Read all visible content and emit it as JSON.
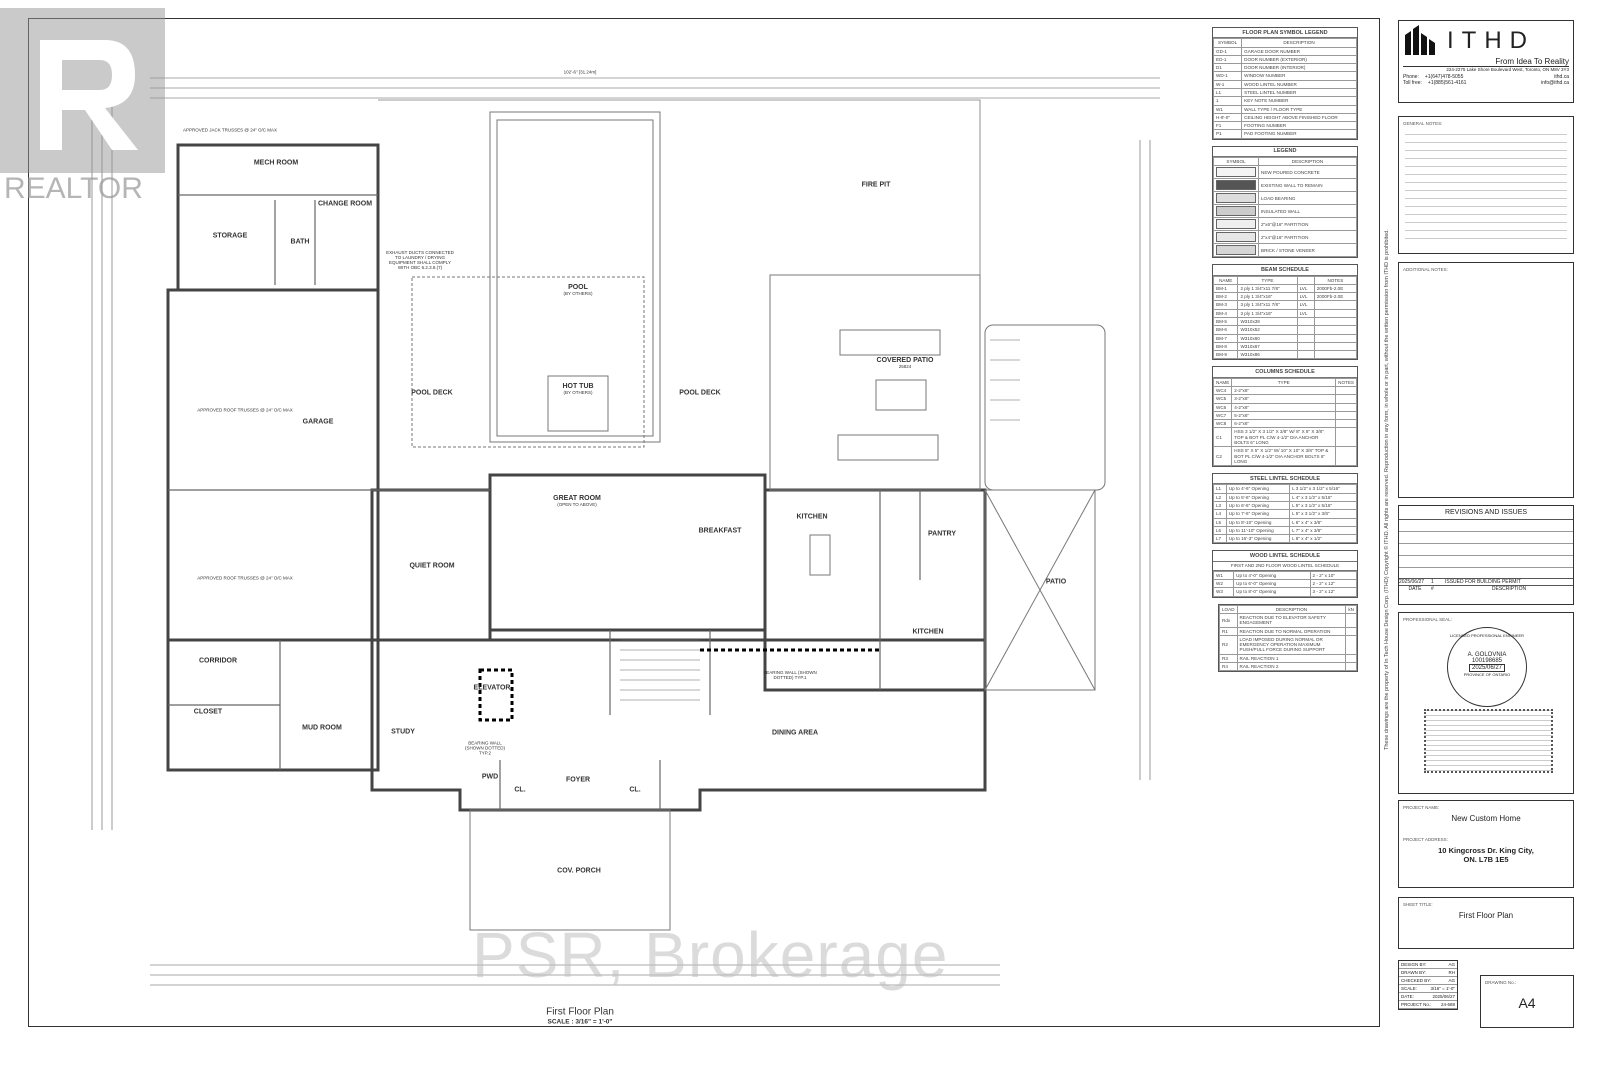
{
  "watermarks": {
    "realtor": "REALTOR",
    "brokerage": "PSR, Brokerage"
  },
  "plan": {
    "title": "First Floor Plan",
    "scale": "SCALE : 3/16\" = 1'-0\"",
    "overall_dimension": "102'-6\" [31.24m]",
    "rooms": [
      {
        "label": "MECH ROOM"
      },
      {
        "label": "CHANGE ROOM"
      },
      {
        "label": "STORAGE"
      },
      {
        "label": "BATH"
      },
      {
        "label": "GARAGE"
      },
      {
        "label": "POOL",
        "note": "(BY OTHERS)"
      },
      {
        "label": "HOT TUB",
        "note": "(BY OTHERS)"
      },
      {
        "label": "POOL DECK"
      },
      {
        "label": "POOL DECK"
      },
      {
        "label": "FIRE PIT"
      },
      {
        "label": "COVERED PATIO",
        "note": "25824"
      },
      {
        "label": "GREAT ROOM",
        "note": "(OPEN TO ABOVE)"
      },
      {
        "label": "QUIET ROOM"
      },
      {
        "label": "BREAKFAST"
      },
      {
        "label": "KITCHEN"
      },
      {
        "label": "PANTRY"
      },
      {
        "label": "KITCHEN"
      },
      {
        "label": "PATIO"
      },
      {
        "label": "CORRIDOR"
      },
      {
        "label": "ELEVATOR"
      },
      {
        "label": "CLOSET"
      },
      {
        "label": "MUD ROOM"
      },
      {
        "label": "STUDY"
      },
      {
        "label": "DINING AREA"
      },
      {
        "label": "PWD"
      },
      {
        "label": "FOYER"
      },
      {
        "label": "CL."
      },
      {
        "label": "CL."
      },
      {
        "label": "COV. PORCH"
      }
    ],
    "notes": [
      "APPROVED JACK TRUSSES @ 24\" O/C MAX",
      "APPROVED ROOF TRUSSES @ 24\" O/C MAX",
      "APPROVED ROOF TRUSSES @ 24\" O/C MAX",
      "BEARING WALL (SHOWN DOTTED) TYP.1",
      "BEARING WALL (SHOWN DOTTED) TYP.2",
      "EXHAUST DUCTS CONNECTED TO LAUNDRY / DRYING EQUIPMENT SHALL COMPLY WITH OBC 6.2.3.8.(7)"
    ]
  },
  "symbol_legend": {
    "title": "FLOOR PLAN SYMBOL LEGEND",
    "col_symbol": "SYMBOL",
    "col_desc": "DESCRIPTION",
    "rows": [
      {
        "symbol": "GD-1",
        "desc": "GARAGE DOOR NUMBER"
      },
      {
        "symbol": "ED-1",
        "desc": "DOOR NUMBER (EXTERIOR)"
      },
      {
        "symbol": "D1",
        "desc": "DOOR NUMBER (INTERIOR)"
      },
      {
        "symbol": "WD-1",
        "desc": "WINDOW NUMBER"
      },
      {
        "symbol": "W-1",
        "desc": "WOOD LINTEL NUMBER"
      },
      {
        "symbol": "L1",
        "desc": "STEEL LINTEL NUMBER"
      },
      {
        "symbol": "1",
        "desc": "KEY NOTE NUMBER"
      },
      {
        "symbol": "W1",
        "desc": "WALL TYPE / FLOOR TYPE"
      },
      {
        "symbol": "H-9'-0\"",
        "desc": "CEILING HEIGHT ABOVE FINISHED FLOOR"
      },
      {
        "symbol": "F1",
        "desc": "FOOTING NUMBER"
      },
      {
        "symbol": "P1",
        "desc": "PAD FOOTING NUMBER"
      }
    ]
  },
  "legend": {
    "title": "LEGEND",
    "col_symbol": "SYMBOL",
    "col_desc": "DESCRIPTION",
    "rows": [
      {
        "desc": "NEW POURED CONCRETE",
        "fill": "#f4f4f4"
      },
      {
        "desc": "EXISTING WALL TO REMAIN",
        "fill": "#555555"
      },
      {
        "desc": "LOAD BEARING",
        "fill": "#dddddd"
      },
      {
        "desc": "INSULATED WALL",
        "fill": "#cccccc"
      },
      {
        "desc": "2\"x6\"@16\" PARTITION",
        "fill": "#eeeeee"
      },
      {
        "desc": "2\"x4\"@16\" PARTITION",
        "fill": "#e6e6e6"
      },
      {
        "desc": "BRICK / STONE VENEER",
        "fill": "#d6d6d6"
      }
    ]
  },
  "beam_schedule": {
    "title": "BEAM SCHEDULE",
    "cols": [
      "NAME",
      "TYPE",
      "",
      "NOTES"
    ],
    "rows": [
      [
        "BM-1",
        "2 ply 1 3/4\"x11 7/8\"",
        "LVL",
        "2000Fb-2.0E"
      ],
      [
        "BM-2",
        "2 ply 1 3/4\"x16\"",
        "LVL",
        "2000Fb-2.0E"
      ],
      [
        "BM-3",
        "3 ply 1 3/4\"x11 7/8\"",
        "LVL",
        ""
      ],
      [
        "BM-4",
        "3 ply 1 3/4\"x16\"",
        "LVL",
        ""
      ],
      [
        "BM-5",
        "W310x39",
        "",
        ""
      ],
      [
        "BM-6",
        "W310x52",
        "",
        ""
      ],
      [
        "BM-7",
        "W310x60",
        "",
        ""
      ],
      [
        "BM-8",
        "W310x67",
        "",
        ""
      ],
      [
        "BM-9",
        "W310x86",
        "",
        ""
      ]
    ]
  },
  "columns_schedule": {
    "title": "COLUMNS SCHEDULE",
    "cols": [
      "NAME",
      "TYPE",
      "NOTES"
    ],
    "rows": [
      [
        "WC4",
        "2-2\"x6\"",
        ""
      ],
      [
        "WC5",
        "3-2\"x6\"",
        ""
      ],
      [
        "WC6",
        "4-2\"x6\"",
        ""
      ],
      [
        "WC7",
        "5-2\"x6\"",
        ""
      ],
      [
        "WC8",
        "6-2\"x6\"",
        ""
      ],
      [
        "C1",
        "HSS 3 1/2\" X 3 1/2\" X 3/8\" W/ 8\" X 8\" X 3/8\" TOP & BOT PL C/W 4-1/2\" DIA ANCHOR BOLTS 6\" LONG",
        ""
      ],
      [
        "C2",
        "HSS 5\" X 5\" X 1/2\" W/ 10\" X 10\" X 3/8\" TOP & BOT PL C/W 4-1/2\" DIA ANCHOR BOLTS 6\" LONG",
        ""
      ]
    ]
  },
  "steel_lintel_schedule": {
    "title": "STEEL LINTEL SCHEDULE",
    "rows": [
      [
        "L1",
        "Up to 4'-6\" Opening",
        "L 3 1/2\" x 3 1/2\" x 5/16\""
      ],
      [
        "L2",
        "Up to 5'-6\" Opening",
        "L 4\" x 3 1/2\" x 5/16\""
      ],
      [
        "L3",
        "Up to 6'-6\" Opening",
        "L 5\" x 3 1/2\" x 5/16\""
      ],
      [
        "L4",
        "Up to 7'-6\" Opening",
        "L 5\" x 3 1/2\" x 3/8\""
      ],
      [
        "L5",
        "Up to 8'-10\" Opening",
        "L 6\" x 4\" x 3/8\""
      ],
      [
        "L6",
        "Up to 11'-10\" Opening",
        "L 7\" x 4\" x 3/8\""
      ],
      [
        "L7",
        "Up to 16'-3\" Opening",
        "L 8\" x 4\" x 1/2\""
      ]
    ]
  },
  "wood_lintel_schedule": {
    "title": "WOOD LINTEL SCHEDULE",
    "subtitle": "FIRST AND 2ND FLOOR WOOD LINTEL SCHEDULE",
    "rows": [
      [
        "W1",
        "Up to 4'-0\" Opening",
        "2 - 2\" x 10\""
      ],
      [
        "W2",
        "Up to 6'-0\" Opening",
        "2 - 2\" x 12\""
      ],
      [
        "W3",
        "Up to 8'-0\" Opening",
        "3 - 2\" x 12\""
      ]
    ]
  },
  "load_table": {
    "cols": [
      "LOAD",
      "DESCRIPTION",
      "kN"
    ],
    "rows": [
      [
        "Rdx",
        "REACTION DUE TO ELEVATOR SAFETY ENGAGEMENT",
        ""
      ],
      [
        "R1",
        "REACTION DUE TO NORMAL OPERATION",
        ""
      ],
      [
        "R2",
        "LOAD IMPOSED DURING NORMAL OR EMERGENCY OPERATION MAXIMUM PUSH/PULL FORCE DURING SUPPORT",
        ""
      ],
      [
        "R3",
        "RAIL REACTION 1",
        ""
      ],
      [
        "R4",
        "RAIL REACTION 2",
        ""
      ]
    ]
  },
  "company": {
    "name": "ITHD",
    "tagline": "From Idea To Reality",
    "address": "224-2275 Lake Shore Boulevard West, Toronto, ON M8V 3Y3",
    "phone_label": "Phone:",
    "phone": "+1(647)478-5055",
    "web": "ithd.ca",
    "tollfree_label": "Toll free:",
    "tollfree": "+1(885)561-4161",
    "email": "info@ithd.ca"
  },
  "general_notes_label": "GENERAL NOTES:",
  "additional_notes_label": "ADDITIONAL NOTES:",
  "copyright": "These drawings are the property of In Tech House Design Corp. (ITHD) Copyright © ITHD. All rights are reserved. Reproduction in any form, in whole or in part, without the written permission from ITHD is prohibited.",
  "revisions": {
    "title": "REVISIONS AND ISSUES",
    "rows": [
      {
        "date": "2025/06/27",
        "num": "1",
        "desc": "ISSUED FOR BUILDING PERMIT"
      }
    ],
    "col_date": "DATE",
    "col_num": "#",
    "col_desc": "DESCRIPTION"
  },
  "seal": {
    "label": "PROFESSIONAL SEAL:",
    "engineer": "A. GOLOVNIA",
    "number": "100198685",
    "date": "2025/06/27",
    "ring_top": "LICENSED PROFESSIONAL ENGINEER",
    "ring_bottom": "PROVINCE OF ONTARIO"
  },
  "project": {
    "name_label": "PROJECT NAME:",
    "name": "New Custom Home",
    "address_label": "PROJECT ADDRESS:",
    "address_line1": "10 Kingcross Dr. King City,",
    "address_line2": "ON. L7B 1E5"
  },
  "sheet": {
    "title_label": "SHEET TITLE:",
    "title": "First Floor Plan"
  },
  "title_block": {
    "rows": [
      {
        "label": "DESIGN BY:",
        "value": "AG"
      },
      {
        "label": "DRAWN BY:",
        "value": "RH"
      },
      {
        "label": "CHECKED BY:",
        "value": "AG"
      },
      {
        "label": "SCALE:",
        "value": "3/16\" = 1'-0\""
      },
      {
        "label": "DATE:",
        "value": "2025/06/27"
      },
      {
        "label": "PROJECT No.:",
        "value": "24-688"
      }
    ],
    "drawing_no_label": "DRAWING No.:",
    "drawing_no": "A4"
  }
}
